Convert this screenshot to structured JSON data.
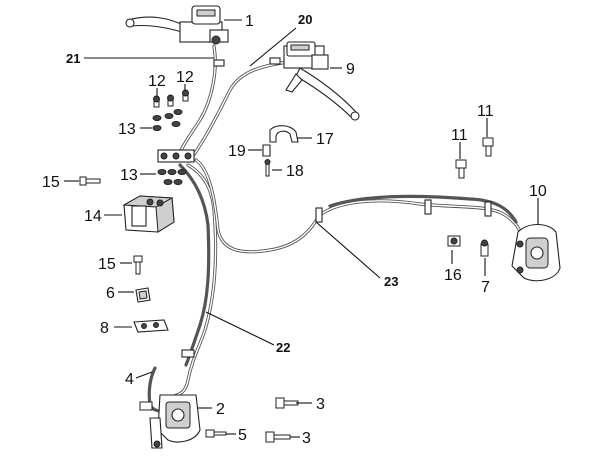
{
  "callouts": {
    "c1": "1",
    "c2": "2",
    "c3a": "3",
    "c3b": "3",
    "c4": "4",
    "c5": "5",
    "c6": "6",
    "c7": "7",
    "c8": "8",
    "c9": "9",
    "c10": "10",
    "c11a": "11",
    "c11b": "11",
    "c12a": "12",
    "c12b": "12",
    "c13a": "13",
    "c13b": "13",
    "c14": "14",
    "c15a": "15",
    "c15b": "15",
    "c16": "16",
    "c17": "17",
    "c18": "18",
    "c19": "19",
    "c20": "20",
    "c21": "21",
    "c22": "22",
    "c23": "23"
  }
}
